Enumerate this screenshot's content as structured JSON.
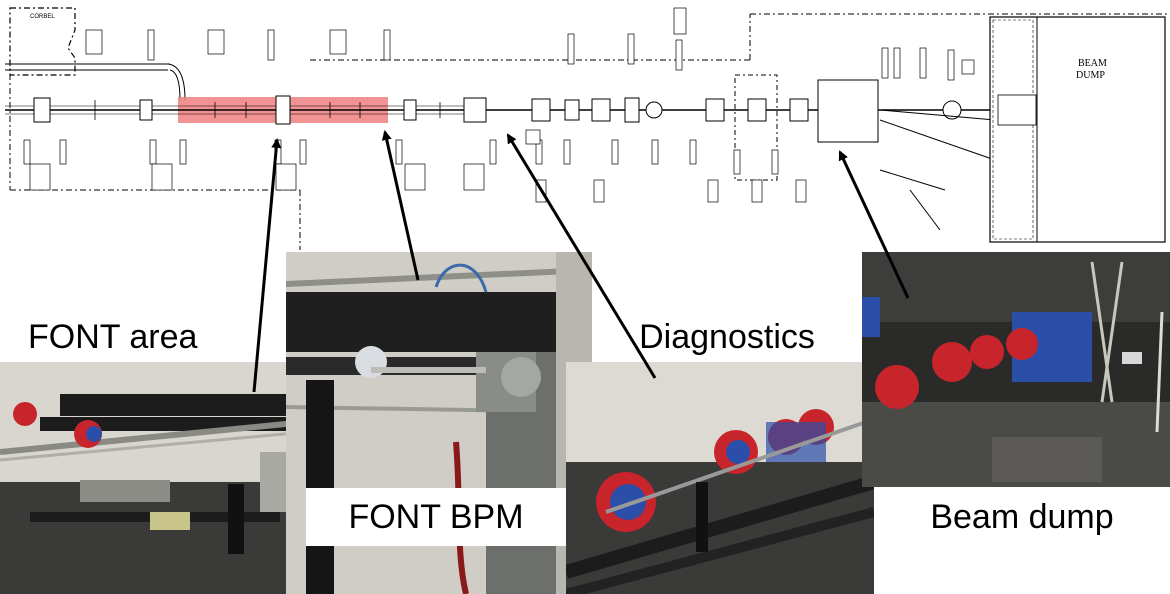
{
  "schematic": {
    "corbel_label": "CORBEL",
    "beam_dump_label_line1": "BEAM",
    "beam_dump_label_line2": "DUMP",
    "highlight_color": "#f08080"
  },
  "callouts": {
    "font_area": "FONT area",
    "font_bpm": "FONT BPM",
    "diagnostics": "Diagnostics",
    "beam_dump": "Beam dump"
  },
  "colors": {
    "arrow": "#000000",
    "photo_floor": "#3a3a38",
    "magnet_red": "#c8242b",
    "magnet_blue": "#2b4fa8",
    "pipe_black": "#1c1c1c",
    "wall": "#d8d6cf"
  }
}
